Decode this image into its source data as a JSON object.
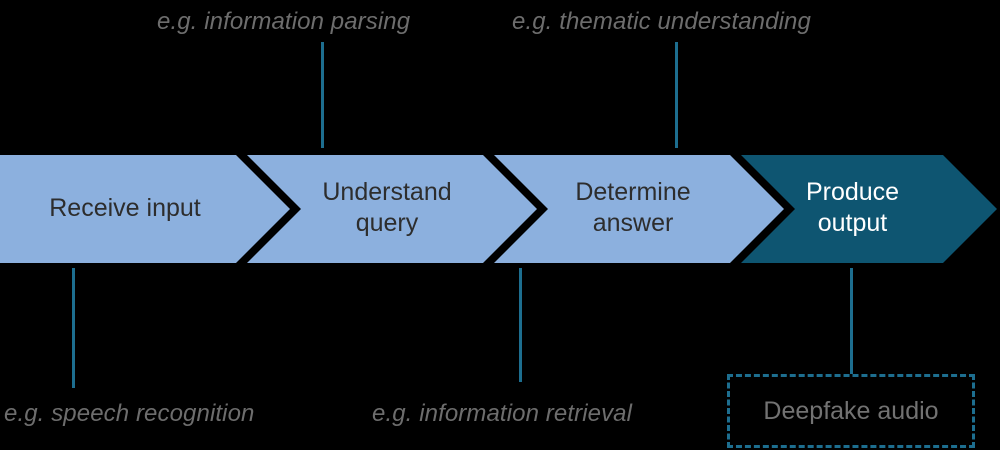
{
  "diagram": {
    "type": "process-flow-chevron",
    "background_color": "#000000",
    "steps": [
      {
        "id": "receive-input",
        "label": "Receive input",
        "fill": "#8cb0de",
        "text_color": "#2d2d2d",
        "highlighted": false
      },
      {
        "id": "understand-query",
        "label": "Understand\nquery",
        "fill": "#8cb0de",
        "text_color": "#2d2d2d",
        "highlighted": false
      },
      {
        "id": "determine-answer",
        "label": "Determine\nanswer",
        "fill": "#8cb0de",
        "text_color": "#2d2d2d",
        "highlighted": false
      },
      {
        "id": "produce-output",
        "label": "Produce\noutput",
        "fill": "#0e5571",
        "text_color": "#ffffff",
        "highlighted": true
      }
    ],
    "annotations_top": [
      {
        "id": "information-parsing",
        "text": "e.g. information parsing",
        "color": "#6d6d6d"
      },
      {
        "id": "thematic-understanding",
        "text": "e.g. thematic understanding",
        "color": "#6d6d6d"
      }
    ],
    "annotations_bottom": [
      {
        "id": "speech-recognition",
        "text": "e.g. speech recognition",
        "color": "#6d6d6d"
      },
      {
        "id": "information-retrieval",
        "text": "e.g. information retrieval",
        "color": "#6d6d6d"
      }
    ],
    "callout": {
      "id": "deepfake-audio",
      "text": "Deepfake audio",
      "border_color": "#1d6e8f",
      "border_style": "dashed",
      "text_color": "#727272"
    },
    "connector_color": "#1d6e8f",
    "separator_color": "#000000"
  }
}
